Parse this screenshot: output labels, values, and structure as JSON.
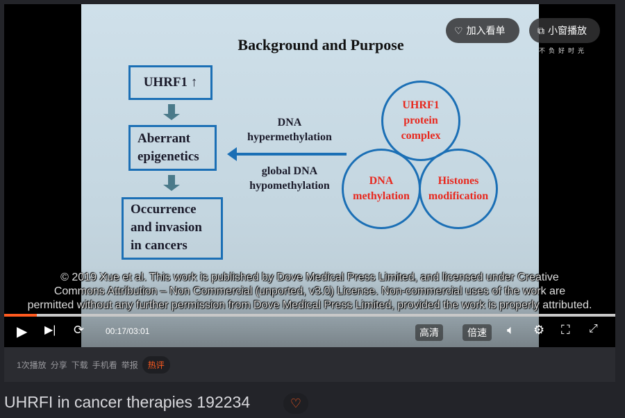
{
  "slide": {
    "title": "Background and Purpose",
    "box1": "UHRF1 ↑",
    "box2": [
      "Aberrant",
      "epigenetics"
    ],
    "box3": [
      "Occurrence",
      "and invasion",
      "in cancers"
    ],
    "arrow_top": [
      "DNA",
      "hypermethylation"
    ],
    "arrow_bottom": [
      "global DNA",
      "hypomethylation"
    ],
    "circles": [
      [
        "UHRF1",
        "protein",
        "complex"
      ],
      [
        "DNA",
        "methylation"
      ],
      [
        "Histones",
        "modification"
      ]
    ]
  },
  "overlay": {
    "add_watchlist": "加入看单",
    "mini_player": "小窗播放",
    "logo_tagline": "不负好时光"
  },
  "subtitle": [
    "© 2019 Xue et al. This work is published by Dove Medical Press Limited, and licensed under Creative",
    "Commons Attribution – Non Commercial (unported, v3.0) License. Non-commercial uses of the work are",
    "permitted without any further permission from Dove Medical Press Limited, provided the work is properly attributed."
  ],
  "controls": {
    "time": "00:17/03:01",
    "quality": "高清",
    "speed": "倍速",
    "progress_fraction": 0.053
  },
  "info": {
    "plays": "1次播放",
    "share": "分享",
    "download": "下载",
    "mobile": "手机看",
    "report": "举报",
    "hot": "热评"
  },
  "video_title": "UHRFI in cancer therapies 192234",
  "colors": {
    "accent": "#ff5a1f",
    "slide_blue": "#1b6fb5",
    "slide_red": "#e8281e"
  }
}
